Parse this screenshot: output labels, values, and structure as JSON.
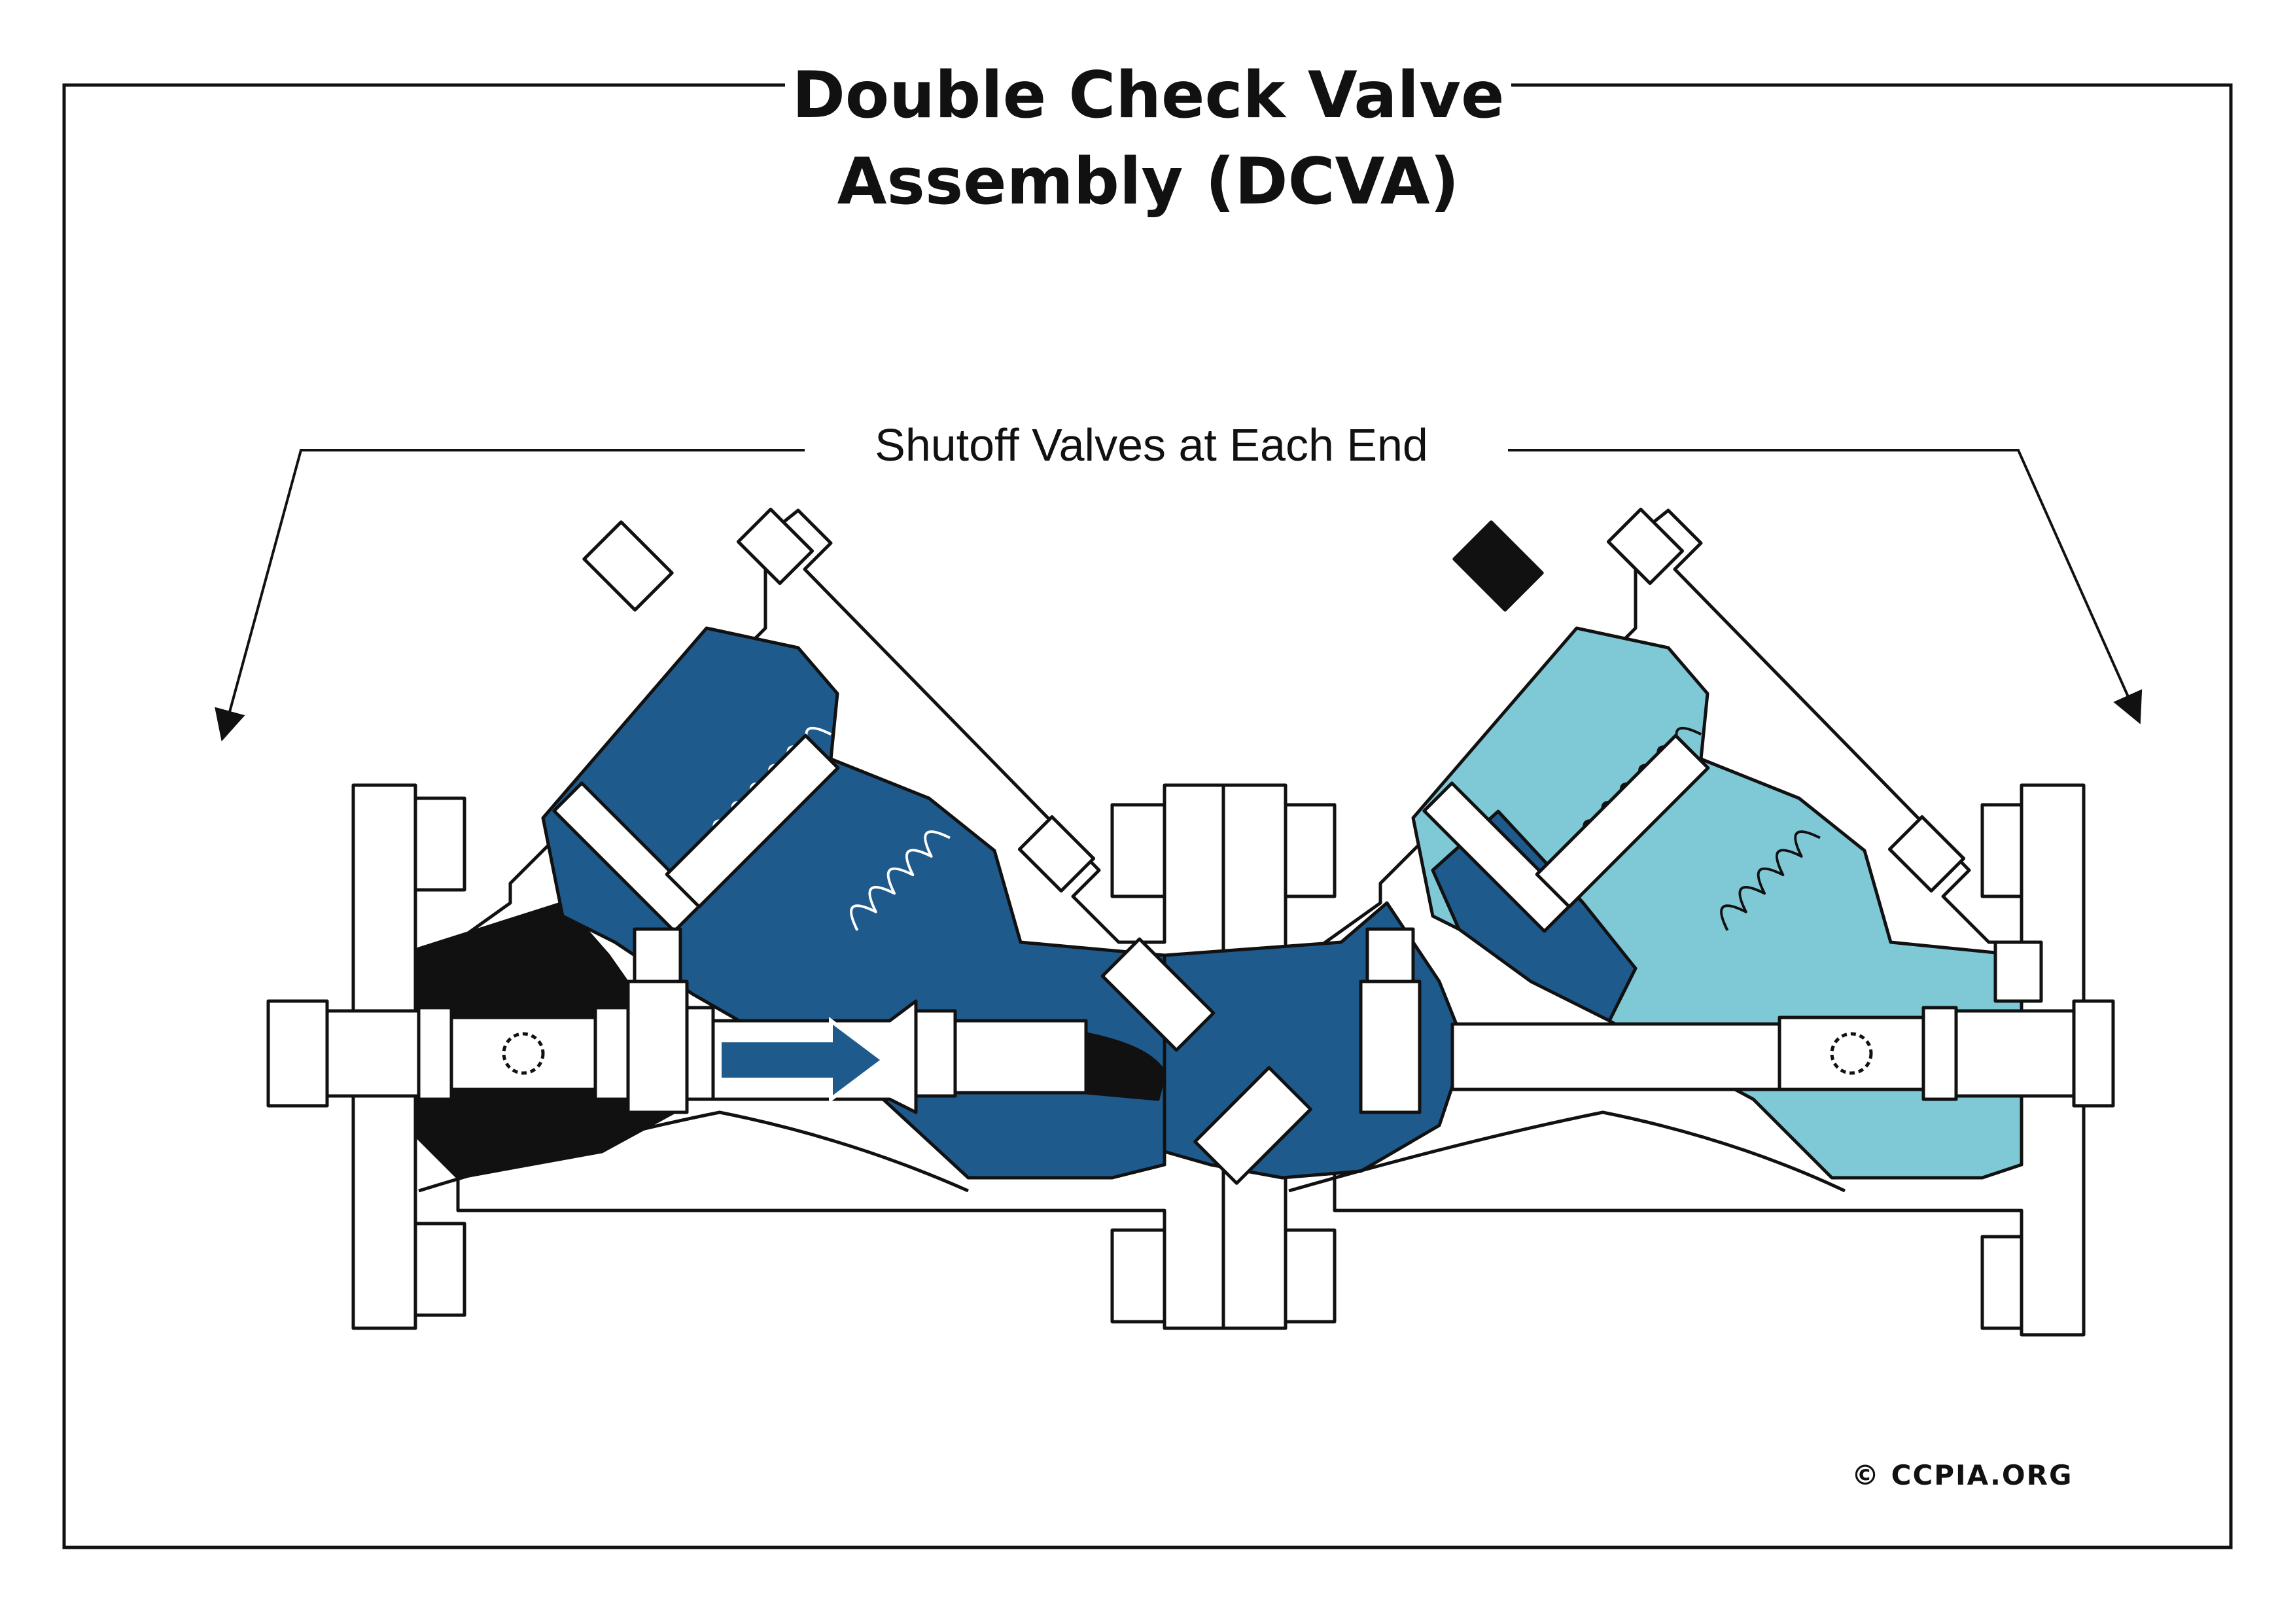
{
  "title": {
    "line1": "Double Check Valve",
    "line2": "Assembly (DCVA)"
  },
  "label": "Shutoff Valves at Each End",
  "copyright": "© CCPIA.ORG",
  "colors": {
    "dark_blue": "#1f5a8c",
    "light_blue": "#7fc8d6",
    "black": "#111111",
    "outline": "#111111",
    "background": "#ffffff"
  },
  "icons": {
    "flow_arrow": "arrow-right-icon",
    "left_pointer": "arrow-down-left-icon",
    "right_pointer": "arrow-down-right-icon"
  }
}
